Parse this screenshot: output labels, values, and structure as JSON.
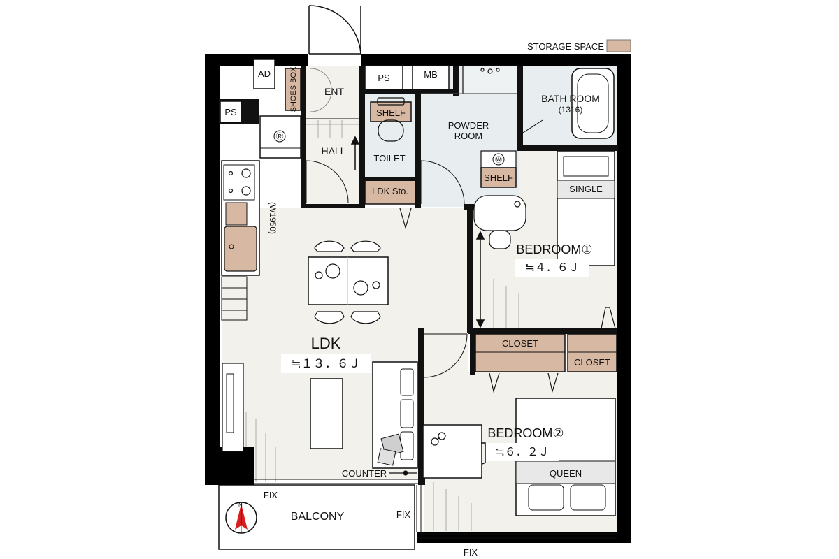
{
  "legend": {
    "label": "STORAGE SPACE",
    "color": "#d7b8a3"
  },
  "rooms": {
    "ldk": {
      "name": "LDK",
      "area": "≒１３．６Ｊ"
    },
    "bedroom1": {
      "name": "BEDROOM①",
      "area": "≒４．６Ｊ"
    },
    "bedroom2": {
      "name": "BEDROOM②",
      "area": "≒６．２Ｊ"
    },
    "bath": {
      "name": "BATH ROOM",
      "size": "(1316)"
    },
    "powder": {
      "line1": "POWDER",
      "line2": "ROOM"
    },
    "toilet": "TOILET",
    "hall": "HALL",
    "entrance": "ENT",
    "balcony": "BALCONY"
  },
  "storage": {
    "shoes_box": "SHOES BOX",
    "shelf_toilet": "SHELF",
    "shelf_powder": "SHELF",
    "ldk_storage": "LDK Sto.",
    "closet_1": "CLOSET",
    "closet_2": "CLOSET"
  },
  "fixtures": {
    "ad": "AD",
    "ps_1": "PS",
    "ps_2": "PS",
    "mb": "MB",
    "refrigerator_mark": "Ⓡ",
    "washer_mark": "Ⓦ",
    "kitchen_width": "(W1950)",
    "counter": "COUNTER",
    "bed_single": "SINGLE",
    "bed_queen": "QUEEN"
  },
  "windows": {
    "fix_1": "FIX",
    "fix_2": "FIX",
    "fix_3": "FIX"
  },
  "colors": {
    "wall": "#000000",
    "floor": "#f3f1ec",
    "wet_area": "#e8eef0",
    "storage": "#d7b8a3",
    "outside": "#ffffff",
    "compass": "#d62020"
  }
}
